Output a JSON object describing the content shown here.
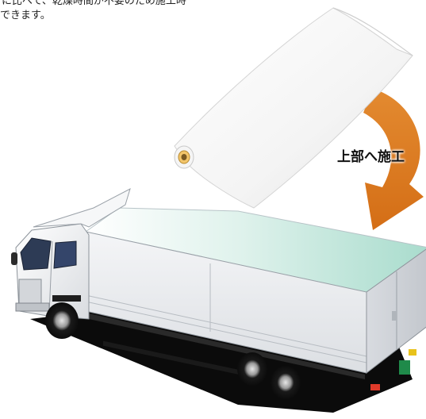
{
  "caption": {
    "line1": "に比べて、乾燥時間が不要のため施工時",
    "line2": "できます。"
  },
  "arrow_label": "上部へ施工",
  "colors": {
    "arrow": "#e07b22",
    "roof_film": "#bfe6dc",
    "truck_body": "#e9ecef",
    "cab": "#f2f3f5",
    "shadow": "#0a0a0a"
  }
}
